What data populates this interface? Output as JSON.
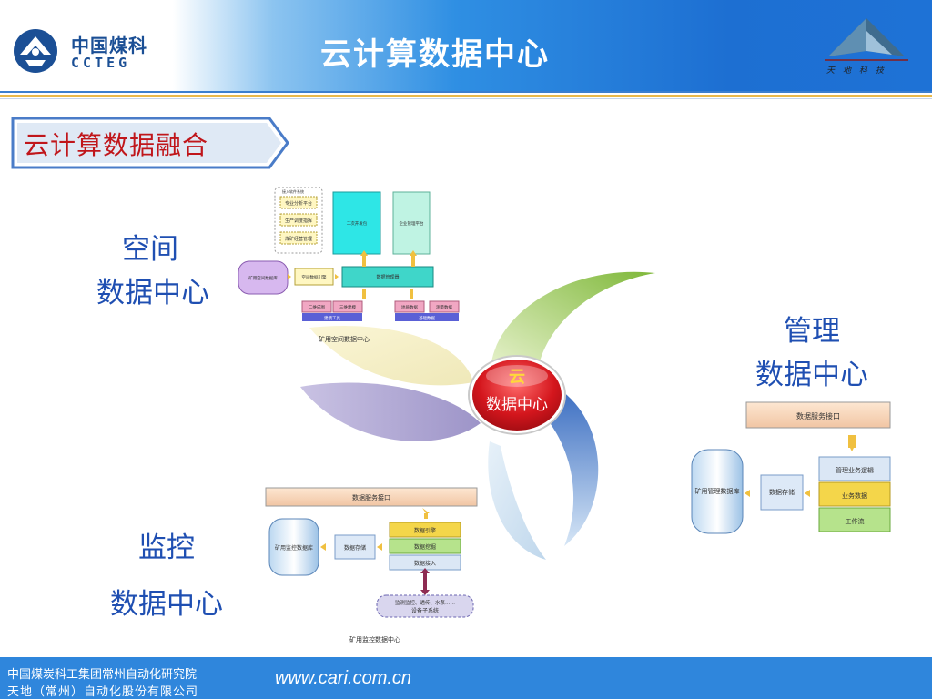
{
  "header": {
    "logo_cn": "中国煤科",
    "logo_en": "CCTEG",
    "title": "云计算数据中心",
    "tiandi_text": "天地科技"
  },
  "section": {
    "tag": "云计算数据融合"
  },
  "labels": {
    "spatial_line1": "空间",
    "spatial_line2": "数据中心",
    "mgmt_line1": "管理",
    "mgmt_line2": "数据中心",
    "monitor_line1": "监控",
    "monitor_line2": "数据中心"
  },
  "center": {
    "line1": "云",
    "line2": "数据中心"
  },
  "spatial_diagram": {
    "title": "矿用空间数据中心",
    "group_label": "接入软件系统",
    "apps": [
      "专业分析平台",
      "生产调度指挥",
      "煤矿经营管理"
    ],
    "box_dev": "二次开发包",
    "box_enterprise": "企业管理平台",
    "db": "矿用空间数据库",
    "engine": "空间数据引擎",
    "manager": "数据管理器",
    "bottom": [
      "二维成图",
      "三维建模",
      "地质数据",
      "测量数据"
    ],
    "bottom_groups": [
      "建模工具",
      "基础数据"
    ]
  },
  "mgmt_diagram": {
    "top": "数据服务接口",
    "db": "矿用管理数据库",
    "store": "数据存储",
    "stack": [
      "管理业务逻辑",
      "业务数据",
      "工作流"
    ]
  },
  "monitor_diagram": {
    "title": "矿用监控数据中心",
    "top": "数据服务接口",
    "db": "矿用监控数据库",
    "store": "数据存储",
    "stack": [
      "数据引擎",
      "数据挖掘",
      "数据接入"
    ],
    "device_line1": "监测监控、透传、水泵……",
    "device_line2": "设备子系统"
  },
  "footer": {
    "line1": "中国煤炭科工集团常州自动化研究院",
    "line2": "天地（常州）自动化股份有限公司",
    "url": "www.cari.com.cn"
  }
}
